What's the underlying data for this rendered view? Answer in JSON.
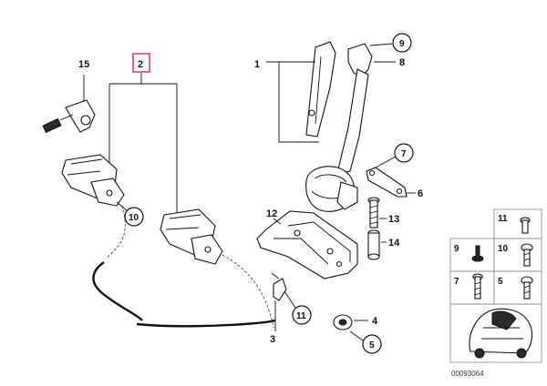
{
  "diagram": {
    "callouts": {
      "c1": "1",
      "c2": "2",
      "c3": "3",
      "c4": "4",
      "c5": "5",
      "c6": "6",
      "c7": "7",
      "c8": "8",
      "c9": "9",
      "c10": "10",
      "c11": "11",
      "c12": "12",
      "c13": "13",
      "c14": "14",
      "c15": "15"
    },
    "legend": {
      "l11": "11",
      "l9": "9",
      "l10": "10",
      "l7": "7",
      "l5": "5"
    },
    "image_id": "00093064",
    "colors": {
      "highlight": "#e0407a",
      "ink": "#111111"
    }
  }
}
